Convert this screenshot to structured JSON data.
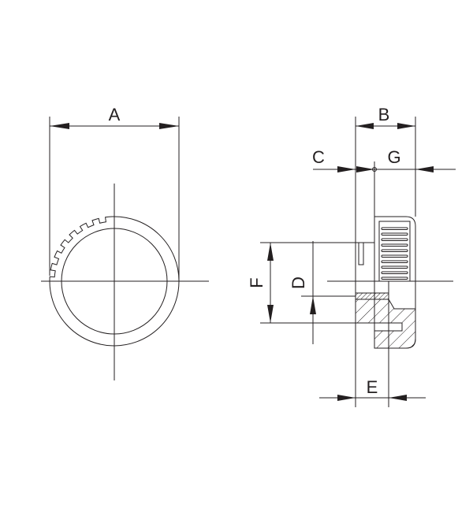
{
  "drawing": {
    "labels": {
      "A": "A",
      "B": "B",
      "C": "C",
      "G": "G",
      "D": "D",
      "E": "E",
      "F": "F"
    },
    "line_color": "#231f20"
  }
}
